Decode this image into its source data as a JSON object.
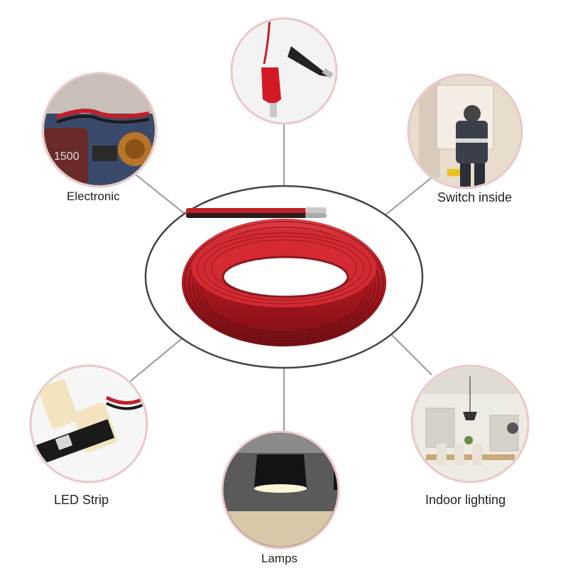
{
  "labels": {
    "electronic": "Electronic",
    "switch_inside": "Switch inside",
    "led_strip": "LED Strip",
    "indoor_lighting": "Indoor lighting",
    "lamps": "Lamps"
  },
  "component_text": {
    "capacitor": "1500"
  },
  "colors": {
    "wire_red": "#c0202a",
    "wire_dark": "#2a1a1a",
    "frame_stroke": "#444444",
    "circle_border": "#e8c9c9",
    "connector_line": "#9a9a9a"
  }
}
